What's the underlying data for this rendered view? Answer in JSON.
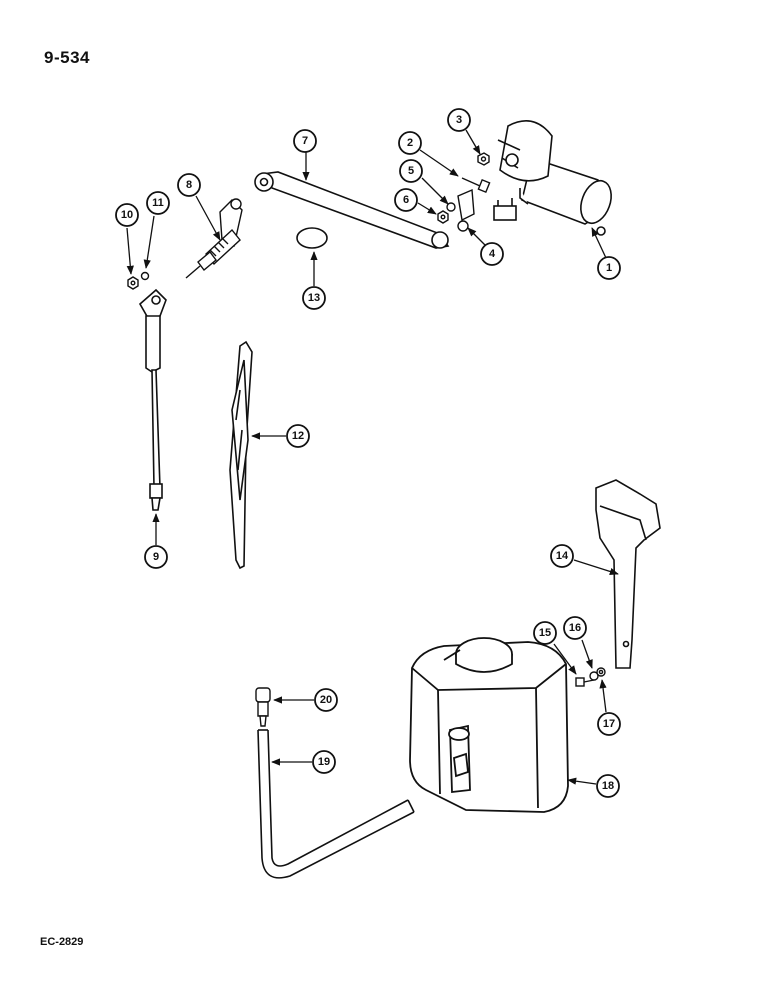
{
  "page_number": "9-534",
  "figure_code": "EC-2829",
  "callouts": [
    {
      "n": "1"
    },
    {
      "n": "2"
    },
    {
      "n": "3"
    },
    {
      "n": "4"
    },
    {
      "n": "5"
    },
    {
      "n": "6"
    },
    {
      "n": "7"
    },
    {
      "n": "8"
    },
    {
      "n": "9"
    },
    {
      "n": "10"
    },
    {
      "n": "11"
    },
    {
      "n": "12"
    },
    {
      "n": "13"
    },
    {
      "n": "14"
    },
    {
      "n": "15"
    },
    {
      "n": "16"
    },
    {
      "n": "17"
    },
    {
      "n": "18"
    },
    {
      "n": "19"
    },
    {
      "n": "20"
    }
  ]
}
